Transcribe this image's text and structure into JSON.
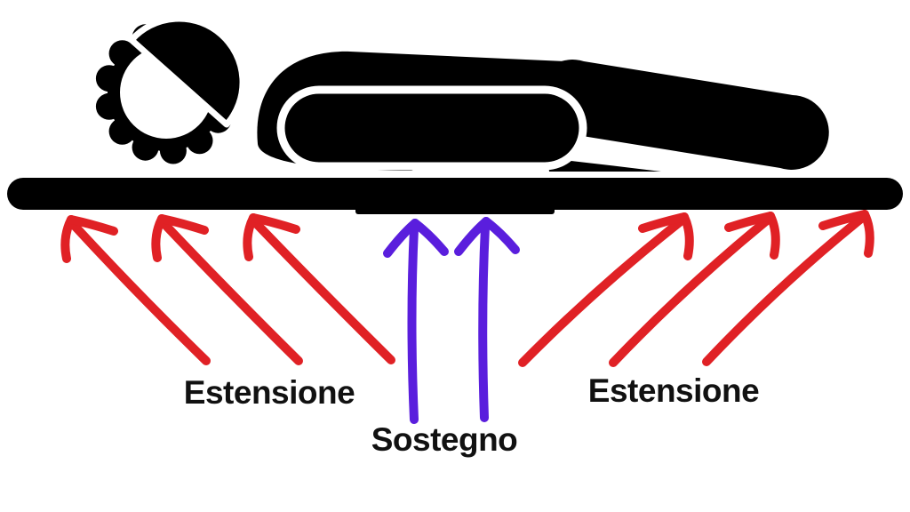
{
  "diagram": {
    "title": "Mattress support zones diagram",
    "background": "#ffffff",
    "labels": {
      "estensione_left": "Estensione",
      "sostegno": "Sostegno",
      "estensione_right": "Estensione"
    },
    "colors": {
      "background": "#ffffff",
      "figure": "#000000",
      "extension_arrows": "#e02125",
      "support_arrows": "#5a1edd",
      "label_text": "#111111"
    },
    "icons": {
      "person": "sleeping-person-icon",
      "mattress": "mattress-bar-icon",
      "left_arrows": "extension-arrows-left",
      "middle_arrows": "support-arrows",
      "right_arrows": "extension-arrows-right"
    },
    "arrow_groups": [
      {
        "name": "extension-left",
        "color_key": "extension_arrows",
        "count": 3,
        "direction": "up-left",
        "label": "Estensione"
      },
      {
        "name": "support-center",
        "color_key": "support_arrows",
        "count": 2,
        "direction": "up",
        "label": "Sostegno"
      },
      {
        "name": "extension-right",
        "color_key": "extension_arrows",
        "count": 3,
        "direction": "up-right",
        "label": "Estensione"
      }
    ]
  }
}
